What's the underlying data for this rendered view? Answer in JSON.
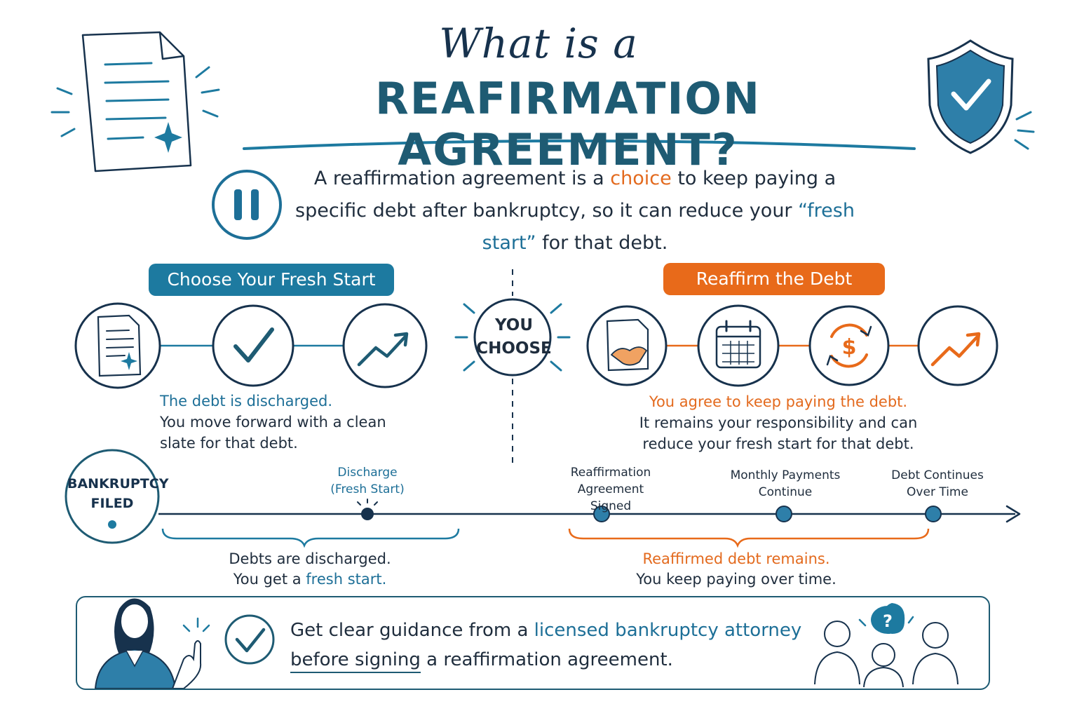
{
  "title": {
    "line1": "What is a",
    "line2": "REAFIRMATION AGREEMENT?"
  },
  "intro": {
    "part1": "A reaffirmation agreement is a ",
    "highlight1": "choice",
    "part2": " to keep paying a specific debt after bankruptcy, so it can reduce your ",
    "highlight2": "“fresh start”",
    "part3": " for that debt."
  },
  "center": {
    "line1": "YOU",
    "line2": "CHOOSE"
  },
  "left_path": {
    "heading": "Choose Your Fresh Start",
    "lead": "The debt is discharged.",
    "body": "You move forward with a clean slate for that debt.",
    "icons": [
      "document-icon",
      "checkmark-icon",
      "trend-up-icon"
    ]
  },
  "right_path": {
    "heading": "Reaffirm the Debt",
    "lead": "You agree to keep paying the debt.",
    "body": "It remains your responsibility and can reduce your fresh start for that debt.",
    "icons": [
      "handshake-document-icon",
      "calendar-icon",
      "dollar-cycle-icon",
      "trend-up-icon"
    ]
  },
  "timeline": {
    "start_line1": "BANKRUPTCY",
    "start_line2": "FILED",
    "events": [
      {
        "line1": "Discharge",
        "line2": "(Fresh Start)"
      },
      {
        "line1": "Reaffirmation Agreement",
        "line2": "Signed"
      },
      {
        "line1": "Monthly Payments",
        "line2": "Continue"
      },
      {
        "line1": "Debt Continues",
        "line2": "Over Time"
      }
    ],
    "left_note": {
      "line1": "Debts are discharged.",
      "line2_part1": "You get a ",
      "line2_highlight": "fresh start."
    },
    "right_note": {
      "lead": "Reaffirmed debt remains.",
      "line2": "You keep paying over time."
    }
  },
  "guidance": {
    "part1": "Get clear guidance from a ",
    "highlight": "licensed bankruptcy attorney",
    "underlined": "before signing",
    "part2": " a reaffirmation agreement."
  },
  "colors": {
    "navy": "#17324d",
    "teal": "#1e5b73",
    "blue": "#1d7aa0",
    "orange": "#e86a1a"
  }
}
